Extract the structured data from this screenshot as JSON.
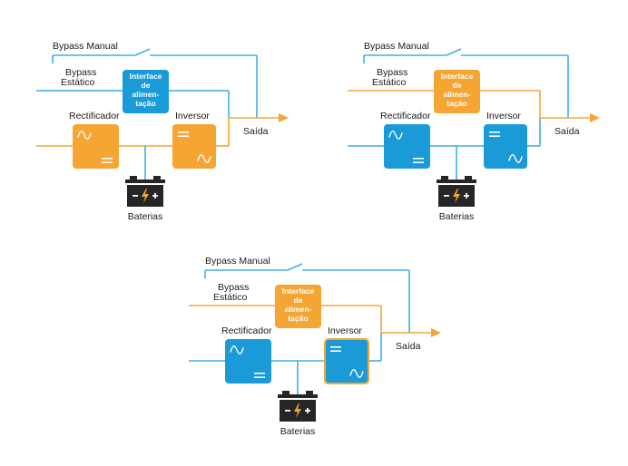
{
  "colors": {
    "orange": "#F5A534",
    "blue": "#1A9BD7",
    "line_blue": "#3FAFE3",
    "battery": "#262626",
    "bolt": "#F5A534"
  },
  "labels": {
    "bypass_manual": "Bypass Manual",
    "bypass_static_1": "Bypass",
    "bypass_static_2": "Estático",
    "interface_1": "Interface",
    "interface_2": "de",
    "interface_3": "alimen-",
    "interface_4": "tação",
    "rectifier": "Rectificador",
    "inverter": "Inversor",
    "output": "Saída",
    "batteries": "Baterias"
  },
  "icons": {
    "ac": "sine-wave-icon",
    "dc": "equals-icon",
    "battery": "battery-icon",
    "bolt": "lightning-bolt-icon",
    "output_arrow": "arrow-right-icon"
  },
  "diagrams": [
    {
      "mode": "normal",
      "interface_color": "blue",
      "rectifier_color": "orange",
      "inverter_color": "orange",
      "inverter_outline": "none",
      "power_path": "main"
    },
    {
      "mode": "static-bypass",
      "interface_color": "orange",
      "rectifier_color": "blue",
      "inverter_color": "blue",
      "inverter_outline": "none",
      "power_path": "static-bypass"
    },
    {
      "mode": "static-bypass-inverter-ready",
      "interface_color": "orange",
      "rectifier_color": "blue",
      "inverter_color": "blue",
      "inverter_outline": "orange",
      "power_path": "static-bypass"
    }
  ]
}
